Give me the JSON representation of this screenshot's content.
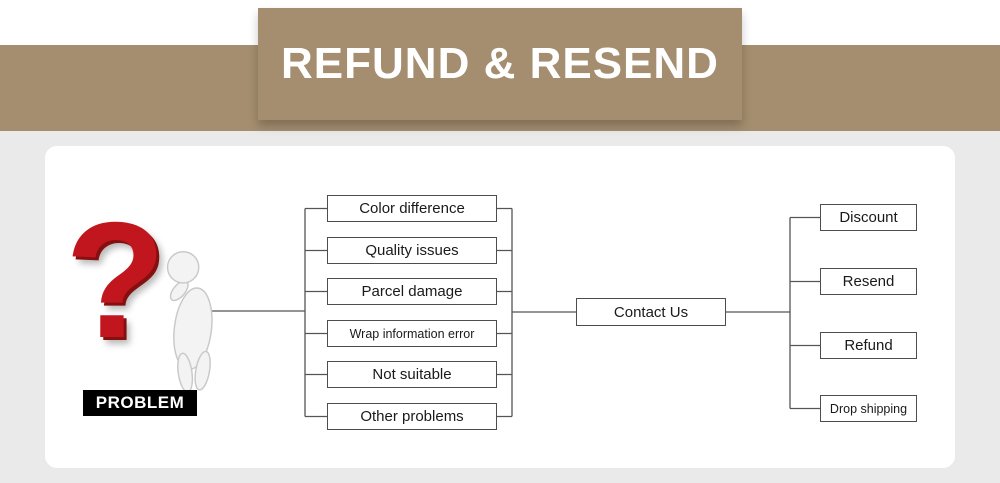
{
  "theme": {
    "tan": "#a58e6f",
    "page_bg": "#eaeaea",
    "card_bg": "#ffffff",
    "line": "#555555",
    "box_border": "#4d4d4d",
    "title_color": "#ffffff",
    "problem_bg": "#000000",
    "qmark_red": "#c2161e"
  },
  "banner": {
    "title": "REFUND & RESEND"
  },
  "flow": {
    "question_mark": "?",
    "problem_label": "PROBLEM",
    "problems": [
      {
        "label": "Color difference"
      },
      {
        "label": "Quality issues"
      },
      {
        "label": "Parcel damage"
      },
      {
        "label": "Wrap information error"
      },
      {
        "label": "Not suitable"
      },
      {
        "label": "Other problems"
      }
    ],
    "contact_label": "Contact Us",
    "outcomes": [
      {
        "label": "Discount"
      },
      {
        "label": "Resend"
      },
      {
        "label": "Refund"
      },
      {
        "label": "Drop shipping"
      }
    ]
  }
}
